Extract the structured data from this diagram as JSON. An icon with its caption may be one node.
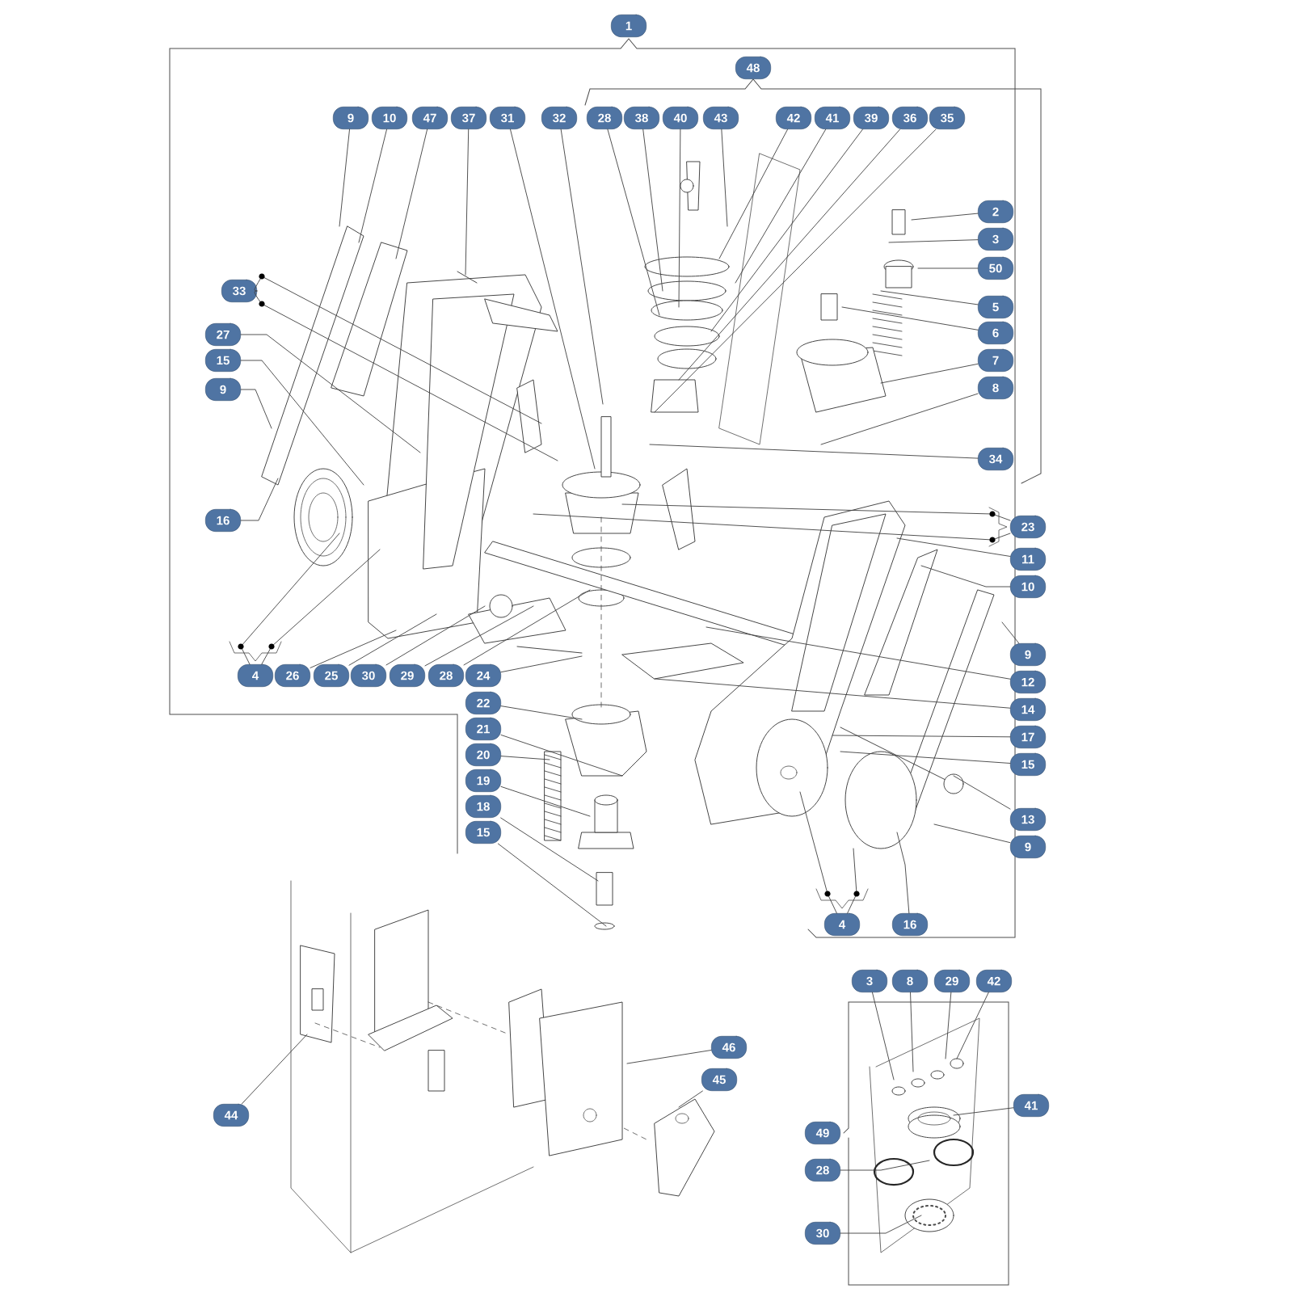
{
  "diagram": {
    "nodes": [
      {
        "text": [
          "9"
        ]
      },
      {
        "text": [
          "10"
        ]
      },
      {
        "text": [
          "47"
        ]
      },
      {
        "text": [
          "37"
        ]
      },
      {
        "text": [
          "31"
        ]
      },
      {
        "text": [
          "32"
        ]
      },
      {
        "text": [
          "28"
        ]
      },
      {
        "text": [
          "38"
        ]
      },
      {
        "text": [
          "40"
        ]
      },
      {
        "text": [
          "43"
        ]
      },
      {
        "text": [
          "42"
        ]
      },
      {
        "text": [
          "41"
        ]
      },
      {
        "text": [
          "39"
        ]
      },
      {
        "text": [
          "36"
        ]
      },
      {
        "text": [
          "35"
        ]
      },
      {
        "text": [
          "2"
        ]
      },
      {
        "text": [
          "3"
        ]
      },
      {
        "text": [
          "50"
        ]
      },
      {
        "text": [
          "5"
        ]
      },
      {
        "text": [
          "6"
        ]
      },
      {
        "text": [
          "7"
        ]
      },
      {
        "text": [
          "8"
        ]
      },
      {
        "text": [
          "34"
        ]
      },
      {
        "text": [
          "33"
        ]
      },
      {
        "text": [
          "27"
        ]
      },
      {
        "text": [
          "15"
        ]
      },
      {
        "text": [
          "9"
        ]
      },
      {
        "text": [
          "16"
        ]
      },
      {
        "text": [
          "4"
        ]
      },
      {
        "text": [
          "26"
        ]
      },
      {
        "text": [
          "25"
        ]
      },
      {
        "text": [
          "30"
        ]
      },
      {
        "text": [
          "29"
        ]
      },
      {
        "text": [
          "28"
        ]
      },
      {
        "text": [
          "24"
        ]
      },
      {
        "text": [
          "22"
        ]
      },
      {
        "text": [
          "21"
        ]
      },
      {
        "text": [
          "20"
        ]
      },
      {
        "text": [
          "19"
        ]
      },
      {
        "text": [
          "18"
        ]
      },
      {
        "text": [
          "15"
        ]
      },
      {
        "text": [
          "23"
        ]
      },
      {
        "text": [
          "11"
        ]
      },
      {
        "text": [
          "10"
        ]
      },
      {
        "text": [
          "9"
        ]
      },
      {
        "text": [
          "12"
        ]
      },
      {
        "text": [
          "14"
        ]
      },
      {
        "text": [
          "17"
        ]
      },
      {
        "text": [
          "15"
        ]
      },
      {
        "text": [
          "13"
        ]
      },
      {
        "text": [
          "9"
        ]
      },
      {
        "text": [
          "4"
        ]
      },
      {
        "text": [
          "16"
        ]
      },
      {
        "text": [
          "44"
        ]
      },
      {
        "text": [
          "46"
        ]
      },
      {
        "text": [
          "45"
        ]
      },
      {
        "text": [
          "3"
        ]
      },
      {
        "text": [
          "8"
        ]
      },
      {
        "text": [
          "29"
        ]
      },
      {
        "text": [
          "42"
        ]
      },
      {
        "text": [
          "41"
        ]
      },
      {
        "text": [
          "28"
        ]
      },
      {
        "text": [
          "30"
        ]
      },
      {
        "text": [
          "1"
        ]
      },
      {
        "text": [
          "48"
        ]
      },
      {
        "text": [
          "49"
        ]
      }
    ],
    "edges": [
      {
        "from": 0,
        "to": null,
        "arrow": "none"
      },
      {
        "from": 1,
        "to": null,
        "arrow": "none"
      },
      {
        "from": 2,
        "to": null,
        "arrow": "none"
      },
      {
        "from": 3,
        "to": null,
        "arrow": "none"
      },
      {
        "from": 4,
        "to": null,
        "arrow": "none"
      },
      {
        "from": 5,
        "to": null,
        "arrow": "none"
      },
      {
        "from": 6,
        "to": null,
        "arrow": "none"
      },
      {
        "from": 7,
        "to": null,
        "arrow": "none"
      },
      {
        "from": 8,
        "to": null,
        "arrow": "none"
      },
      {
        "from": 9,
        "to": null,
        "arrow": "none"
      },
      {
        "from": 10,
        "to": null,
        "arrow": "none"
      },
      {
        "from": 11,
        "to": null,
        "arrow": "none"
      },
      {
        "from": 12,
        "to": null,
        "arrow": "none"
      },
      {
        "from": 13,
        "to": null,
        "arrow": "none"
      },
      {
        "from": 14,
        "to": null,
        "arrow": "none"
      },
      {
        "from": 15,
        "to": null,
        "arrow": "none"
      },
      {
        "from": 16,
        "to": null,
        "arrow": "none"
      },
      {
        "from": 17,
        "to": null,
        "arrow": "none"
      },
      {
        "from": 18,
        "to": null,
        "arrow": "none"
      },
      {
        "from": 19,
        "to": null,
        "arrow": "none"
      },
      {
        "from": 20,
        "to": null,
        "arrow": "none"
      },
      {
        "from": 21,
        "to": null,
        "arrow": "none"
      },
      {
        "from": 22,
        "to": null,
        "arrow": "none"
      },
      {
        "from": 23,
        "to": null,
        "arrow": "none"
      },
      {
        "from": 23,
        "to": null,
        "arrow": "none"
      },
      {
        "from": 24,
        "to": null,
        "arrow": "none"
      },
      {
        "from": 25,
        "to": null,
        "arrow": "none"
      },
      {
        "from": 26,
        "to": null,
        "arrow": "none"
      },
      {
        "from": 27,
        "to": null,
        "arrow": "none"
      },
      {
        "from": 28,
        "to": null,
        "arrow": "none"
      },
      {
        "from": 28,
        "to": null,
        "arrow": "none"
      },
      {
        "from": 29,
        "to": null,
        "arrow": "none"
      },
      {
        "from": 30,
        "to": null,
        "arrow": "none"
      },
      {
        "from": 31,
        "to": null,
        "arrow": "none"
      },
      {
        "from": 32,
        "to": null,
        "arrow": "none"
      },
      {
        "from": 33,
        "to": null,
        "arrow": "none"
      },
      {
        "from": 34,
        "to": null,
        "arrow": "none"
      },
      {
        "from": 35,
        "to": null,
        "arrow": "none"
      },
      {
        "from": 36,
        "to": null,
        "arrow": "none"
      },
      {
        "from": 37,
        "to": null,
        "arrow": "none"
      },
      {
        "from": 38,
        "to": null,
        "arrow": "none"
      },
      {
        "from": 39,
        "to": null,
        "arrow": "none"
      },
      {
        "from": 40,
        "to": null,
        "arrow": "none"
      },
      {
        "from": 41,
        "to": null,
        "arrow": "none"
      },
      {
        "from": 41,
        "to": null,
        "arrow": "none"
      },
      {
        "from": 42,
        "to": null,
        "arrow": "none"
      },
      {
        "from": 43,
        "to": null,
        "arrow": "none"
      },
      {
        "from": 44,
        "to": null,
        "arrow": "none"
      },
      {
        "from": 45,
        "to": null,
        "arrow": "none"
      },
      {
        "from": 46,
        "to": null,
        "arrow": "none"
      },
      {
        "from": 47,
        "to": null,
        "arrow": "none"
      },
      {
        "from": 48,
        "to": null,
        "arrow": "none"
      },
      {
        "from": 49,
        "to": null,
        "arrow": "none"
      },
      {
        "from": 50,
        "to": null,
        "arrow": "none"
      },
      {
        "from": 51,
        "to": null,
        "arrow": "none"
      },
      {
        "from": 51,
        "to": null,
        "arrow": "none"
      },
      {
        "from": 52,
        "to": null,
        "arrow": "none"
      },
      {
        "from": 53,
        "to": null,
        "arrow": "none"
      },
      {
        "from": 54,
        "to": null,
        "arrow": "none"
      },
      {
        "from": 55,
        "to": null,
        "arrow": "none"
      },
      {
        "from": 56,
        "to": null,
        "arrow": "none"
      },
      {
        "from": 57,
        "to": null,
        "arrow": "none"
      },
      {
        "from": 58,
        "to": null,
        "arrow": "none"
      },
      {
        "from": 59,
        "to": null,
        "arrow": "none"
      },
      {
        "from": 60,
        "to": null,
        "arrow": "none"
      },
      {
        "from": 61,
        "to": null,
        "arrow": "none"
      },
      {
        "from": 62,
        "to": null,
        "arrow": "none"
      }
    ]
  }
}
